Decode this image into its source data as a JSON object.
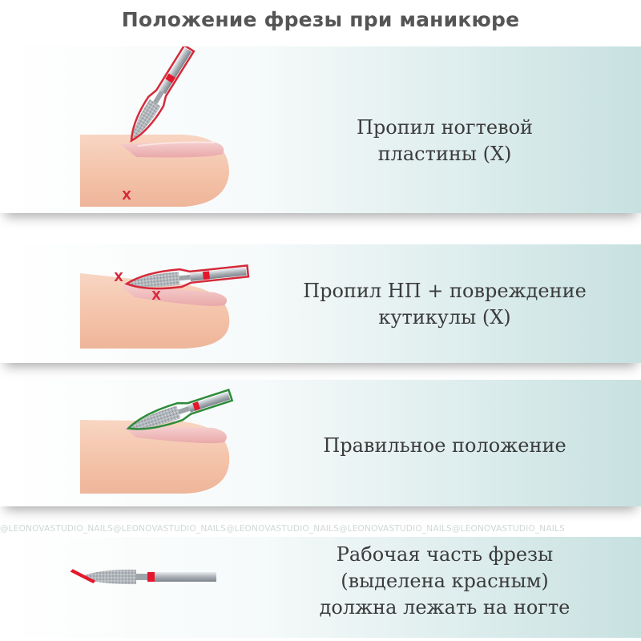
{
  "title": "Положение фрезы при маникюре",
  "watermark": "@LEONOVASTUDIO_NAILS@LEONOVASTUDIO_NAILS@LEONOVASTUDIO_NAILS@LEONOVASTUDIO_NAILS@LEONOVASTUDIO_NAILS",
  "panels": [
    {
      "line1": "Пропил ногтевой",
      "line2": "пластины (Х)",
      "mark": "X",
      "outline_color": "#d42a3a"
    },
    {
      "line1": "Пропил НП + повреждение",
      "line2": "кутикулы (Х)",
      "mark": "X",
      "outline_color": "#d42a3a"
    },
    {
      "line1": "Правильное  положение",
      "outline_color": "#2e8b3a"
    },
    {
      "line1": "Рабочая часть фрезы",
      "line2": "(выделена красным)",
      "line3": "должна лежать на ногте",
      "accent_color": "#e3182d"
    }
  ],
  "colors": {
    "skin": "#f4c3a9",
    "nail": "#f0b8b8",
    "title": "#555555",
    "bur": "#b9bec3",
    "red": "#e3182d",
    "green": "#2e8b3a"
  }
}
